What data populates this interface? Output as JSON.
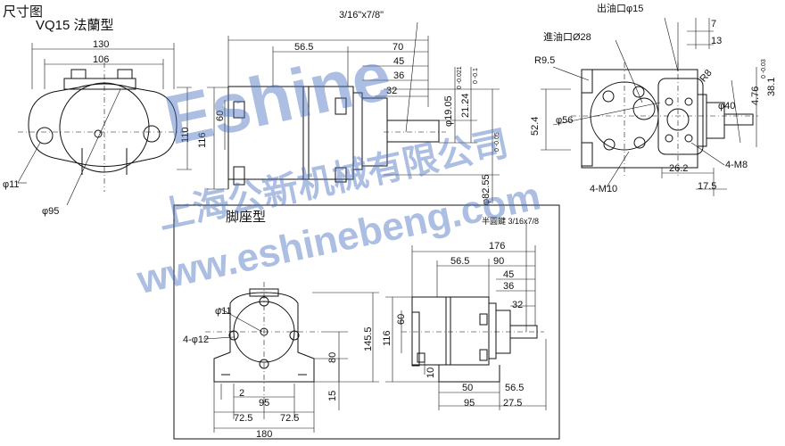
{
  "title": "尺寸图",
  "flange_model": "VQ15  法蘭型",
  "foot_model": "脚座型",
  "watermark": {
    "brand": "Eshine",
    "company": "上海公新机械有限公司",
    "url": "www.eshinebeng.com"
  },
  "flange_front": {
    "dim_130": "130",
    "dim_106": "106",
    "dim_110": "110",
    "dim_phi11": "φ11",
    "dim_phi95": "φ95"
  },
  "flange_side": {
    "thread": "3/16\"x7/8\"",
    "dim_56_5": "56.5",
    "dim_70": "70",
    "dim_45": "45",
    "dim_36": "36",
    "dim_32": "32",
    "dim_60": "60",
    "dim_116": "116",
    "dim_phi19": "φ19.05",
    "tol_phi19": "0 -0.021",
    "dim_21_24": "21.24",
    "tol_21_24": "0 -0.1",
    "dim_phi82": "φ82.55",
    "tol_phi82": "0 -0.05"
  },
  "flange_back": {
    "outlet": "出油口φ15",
    "inlet": "進油口Ø28",
    "dim_7": "7",
    "dim_13": "13",
    "dim_r9_5": "R9.5",
    "dim_r8": "R8",
    "dim_4_76": "4.76",
    "tol_4_76": "0 -0.03",
    "dim_38_1": "38.1",
    "dim_phi40": "φ40",
    "dim_52_4": "52.4",
    "dim_phi56": "φ56",
    "dim_26_2": "26.2",
    "dim_4m8": "4-M8",
    "dim_4m10": "4-M10",
    "dim_17_5": "17.5"
  },
  "foot_front": {
    "dim_phi11": "φ11",
    "dim_4phi12": "4-φ12",
    "dim_145_5": "145.5",
    "dim_80": "80",
    "dim_15": "15",
    "dim_2": "2",
    "dim_95": "95",
    "dim_72_5a": "72.5",
    "dim_72_5b": "72.5",
    "dim_180": "180"
  },
  "foot_side": {
    "key": "半圓鍵 3/16x7/8",
    "dim_176": "176",
    "dim_56_5": "56.5",
    "dim_90": "90",
    "dim_45": "45",
    "dim_36": "36",
    "dim_32": "32",
    "dim_60": "60",
    "dim_116": "116",
    "dim_10": "10",
    "dim_50": "50",
    "dim_56_5b": "56.5",
    "dim_95": "95",
    "dim_27_5": "27.5"
  }
}
